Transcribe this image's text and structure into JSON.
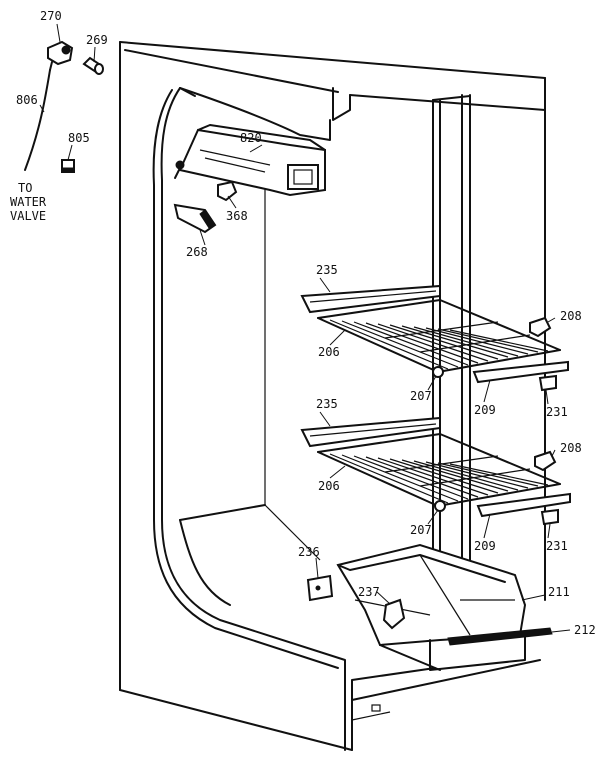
{
  "parts": [
    {
      "id": "p270",
      "number": "270",
      "name": "fitting"
    },
    {
      "id": "p269",
      "number": "269",
      "name": "sleeve"
    },
    {
      "id": "p806",
      "number": "806",
      "name": "water-tube"
    },
    {
      "id": "p805",
      "number": "805",
      "name": "clamp"
    },
    {
      "id": "p820",
      "number": "820",
      "name": "ice-maker"
    },
    {
      "id": "p368",
      "number": "368",
      "name": "bracket"
    },
    {
      "id": "p268",
      "number": "268",
      "name": "fill-cup"
    },
    {
      "id": "p235a",
      "number": "235",
      "name": "shelf-rail-upper"
    },
    {
      "id": "p206a",
      "number": "206",
      "name": "wire-shelf-upper"
    },
    {
      "id": "p208a",
      "number": "208",
      "name": "shelf-support-upper"
    },
    {
      "id": "p207a",
      "number": "207",
      "name": "shelf-stud-upper"
    },
    {
      "id": "p209a",
      "number": "209",
      "name": "shelf-trim-upper"
    },
    {
      "id": "p231a",
      "number": "231",
      "name": "shelf-clip-upper"
    },
    {
      "id": "p235b",
      "number": "235",
      "name": "shelf-rail-lower"
    },
    {
      "id": "p206b",
      "number": "206",
      "name": "wire-shelf-lower"
    },
    {
      "id": "p208b",
      "number": "208",
      "name": "shelf-support-lower"
    },
    {
      "id": "p207b",
      "number": "207",
      "name": "shelf-stud-lower"
    },
    {
      "id": "p209b",
      "number": "209",
      "name": "shelf-trim-lower"
    },
    {
      "id": "p231b",
      "number": "231",
      "name": "shelf-clip-lower"
    },
    {
      "id": "p236",
      "number": "236",
      "name": "bin-support"
    },
    {
      "id": "p237",
      "number": "237",
      "name": "bin-bracket"
    },
    {
      "id": "p211",
      "number": "211",
      "name": "ice-bin"
    },
    {
      "id": "p212",
      "number": "212",
      "name": "bin-trim"
    }
  ],
  "note": {
    "line1": "TO",
    "line2": "WATER",
    "line3": "VALVE"
  }
}
